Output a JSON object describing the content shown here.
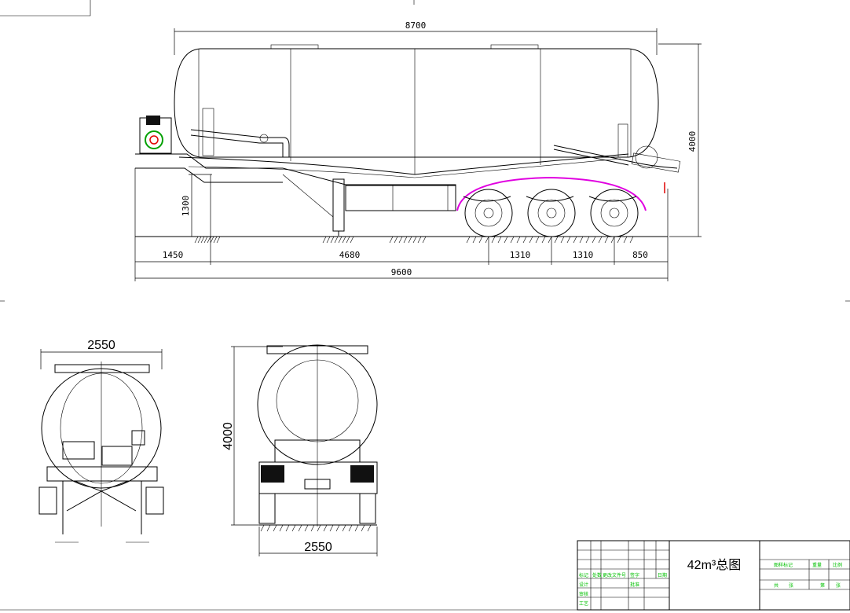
{
  "drawing": {
    "title": "42m³总图",
    "colors": {
      "line": "#000000",
      "accent_magenta": "#e000e0",
      "title_green": "#00c000",
      "marker_red": "#e00000"
    }
  },
  "side_view": {
    "overall_tank_length": "8700",
    "height": "4000",
    "frame_height": "1300",
    "dims_bottom": [
      "1450",
      "4680",
      "1310",
      "1310",
      "850"
    ],
    "overall_length": "9600"
  },
  "rear_view": {
    "width": "2550"
  },
  "front_view": {
    "width": "2550",
    "height": "4000"
  },
  "title_block": {
    "left_cells": [
      "标记",
      "处数",
      "更改文件号",
      "签字",
      "日期"
    ],
    "left_cells_2": [
      "设计",
      "审核",
      "工艺",
      "批准"
    ],
    "right_cells": [
      "图样标记",
      "重量",
      "比例"
    ],
    "right_cells_2": [
      "共",
      "张",
      "第",
      "张"
    ]
  }
}
